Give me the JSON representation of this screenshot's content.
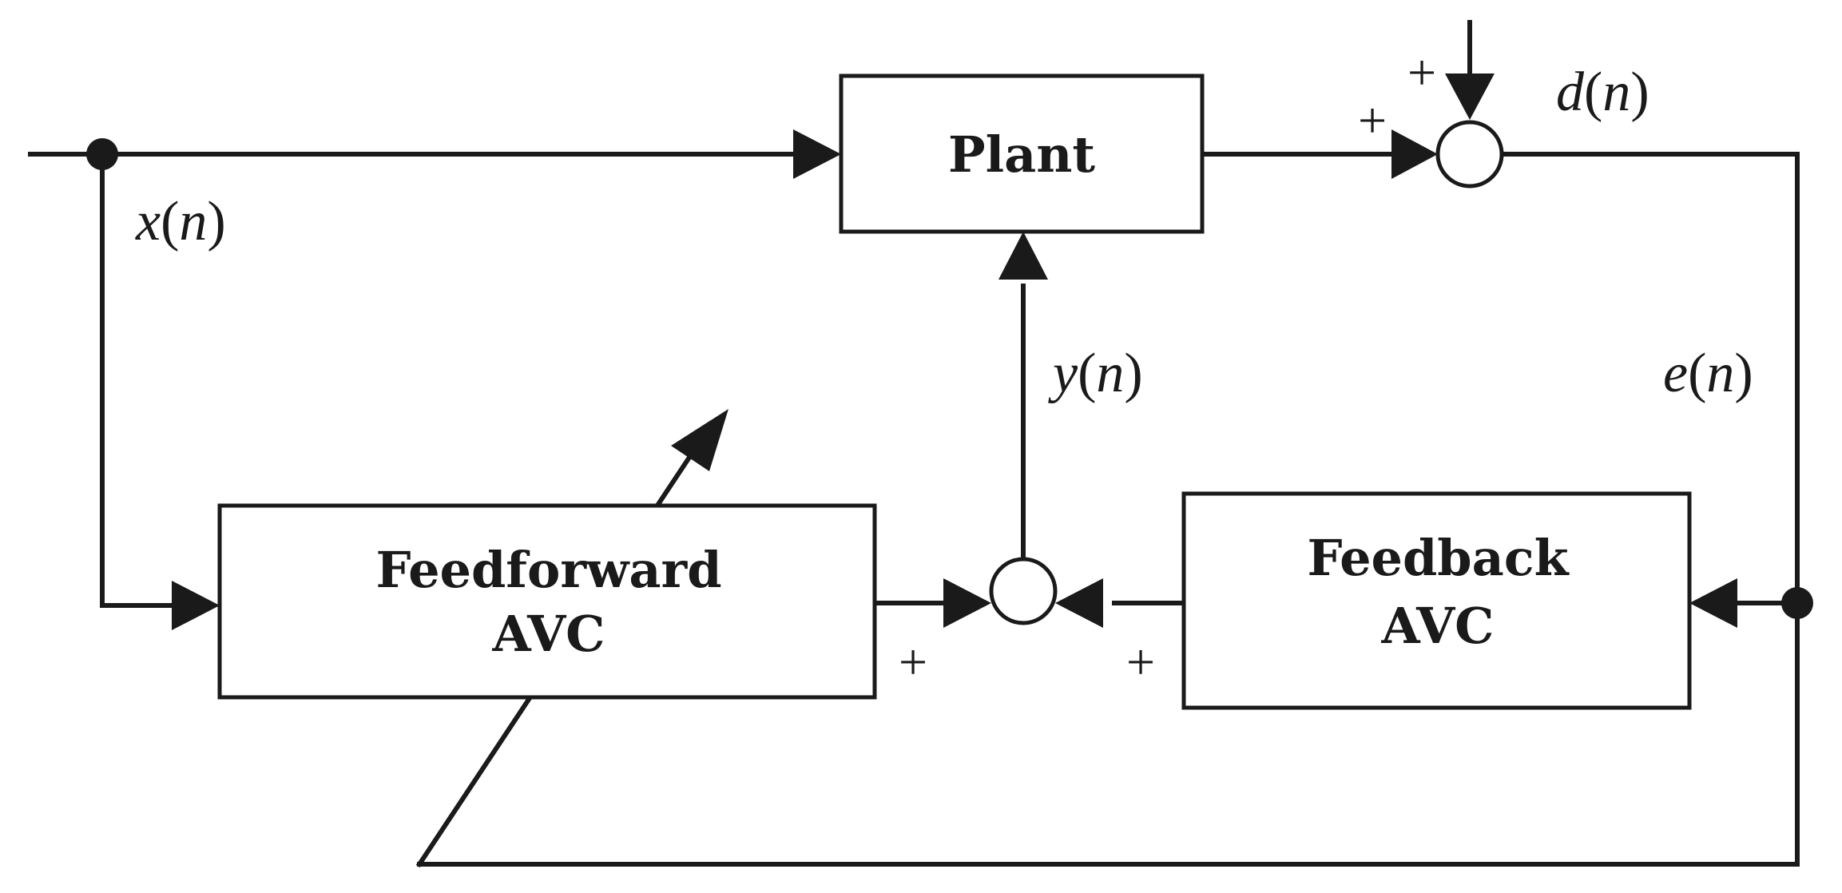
{
  "blocks": {
    "plant": "Plant",
    "feedforward_line1": "Feedforward",
    "feedforward_line2": "AVC",
    "feedback_line1": "Feedback",
    "feedback_line2": "AVC"
  },
  "signals": {
    "x": {
      "var": "x",
      "arg": "n"
    },
    "d": {
      "var": "d",
      "arg": "n"
    },
    "e": {
      "var": "e",
      "arg": "n"
    },
    "y": {
      "var": "y",
      "arg": "n"
    }
  },
  "signs": {
    "sum_top_disturbance": "+",
    "sum_top_plant": "+",
    "sum_bottom_feedforward": "+",
    "sum_bottom_feedback": "+"
  }
}
